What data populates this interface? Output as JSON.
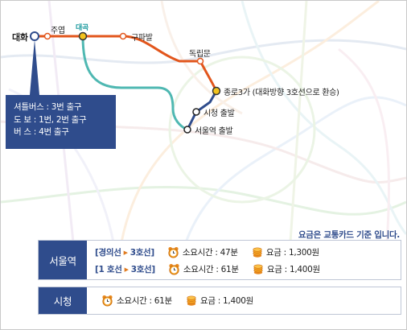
{
  "stations": {
    "jueop": "주엽",
    "daehwa": "대화",
    "daegok": "대곡",
    "gupabal": "구파발",
    "dongnimmun": "독립문",
    "jongno3ga": "종로3가 (대화방향 3호선으로 환승)",
    "cityhall": "시청 출발",
    "seoul_station": "서울역 출발"
  },
  "infobox": {
    "shuttle": "셔틀버스 : 3번 출구",
    "walk": "도      보 : 1번, 2번 출구",
    "bus": "버      스 : 4번 출구"
  },
  "fare_note": "요금은 교통카드 기준 입니다.",
  "panels": {
    "seoul_station": {
      "title": "서울역",
      "routes": [
        {
          "from": "[경의선",
          "to": "3호선]",
          "time": "소요시간 : 47분",
          "fare": "요금 : 1,300원"
        },
        {
          "from": "[1 호선",
          "to": "3호선]",
          "time": "소요시간 : 61분",
          "fare": "요금 : 1,400원"
        }
      ]
    },
    "cityhall": {
      "title": "시청",
      "time": "소요시간 : 61분",
      "fare": "요금 : 1,400원"
    }
  },
  "colors": {
    "line3": "#e2561c",
    "gyeongui": "#4fb8b2",
    "line1": "#2f4c8c",
    "panel": "#2f4c8c",
    "accent": "#e07a1e"
  },
  "icons": {
    "transfer_arrow": "▶",
    "clock": "alarm-clock-icon",
    "coins": "coin-stack-icon"
  }
}
